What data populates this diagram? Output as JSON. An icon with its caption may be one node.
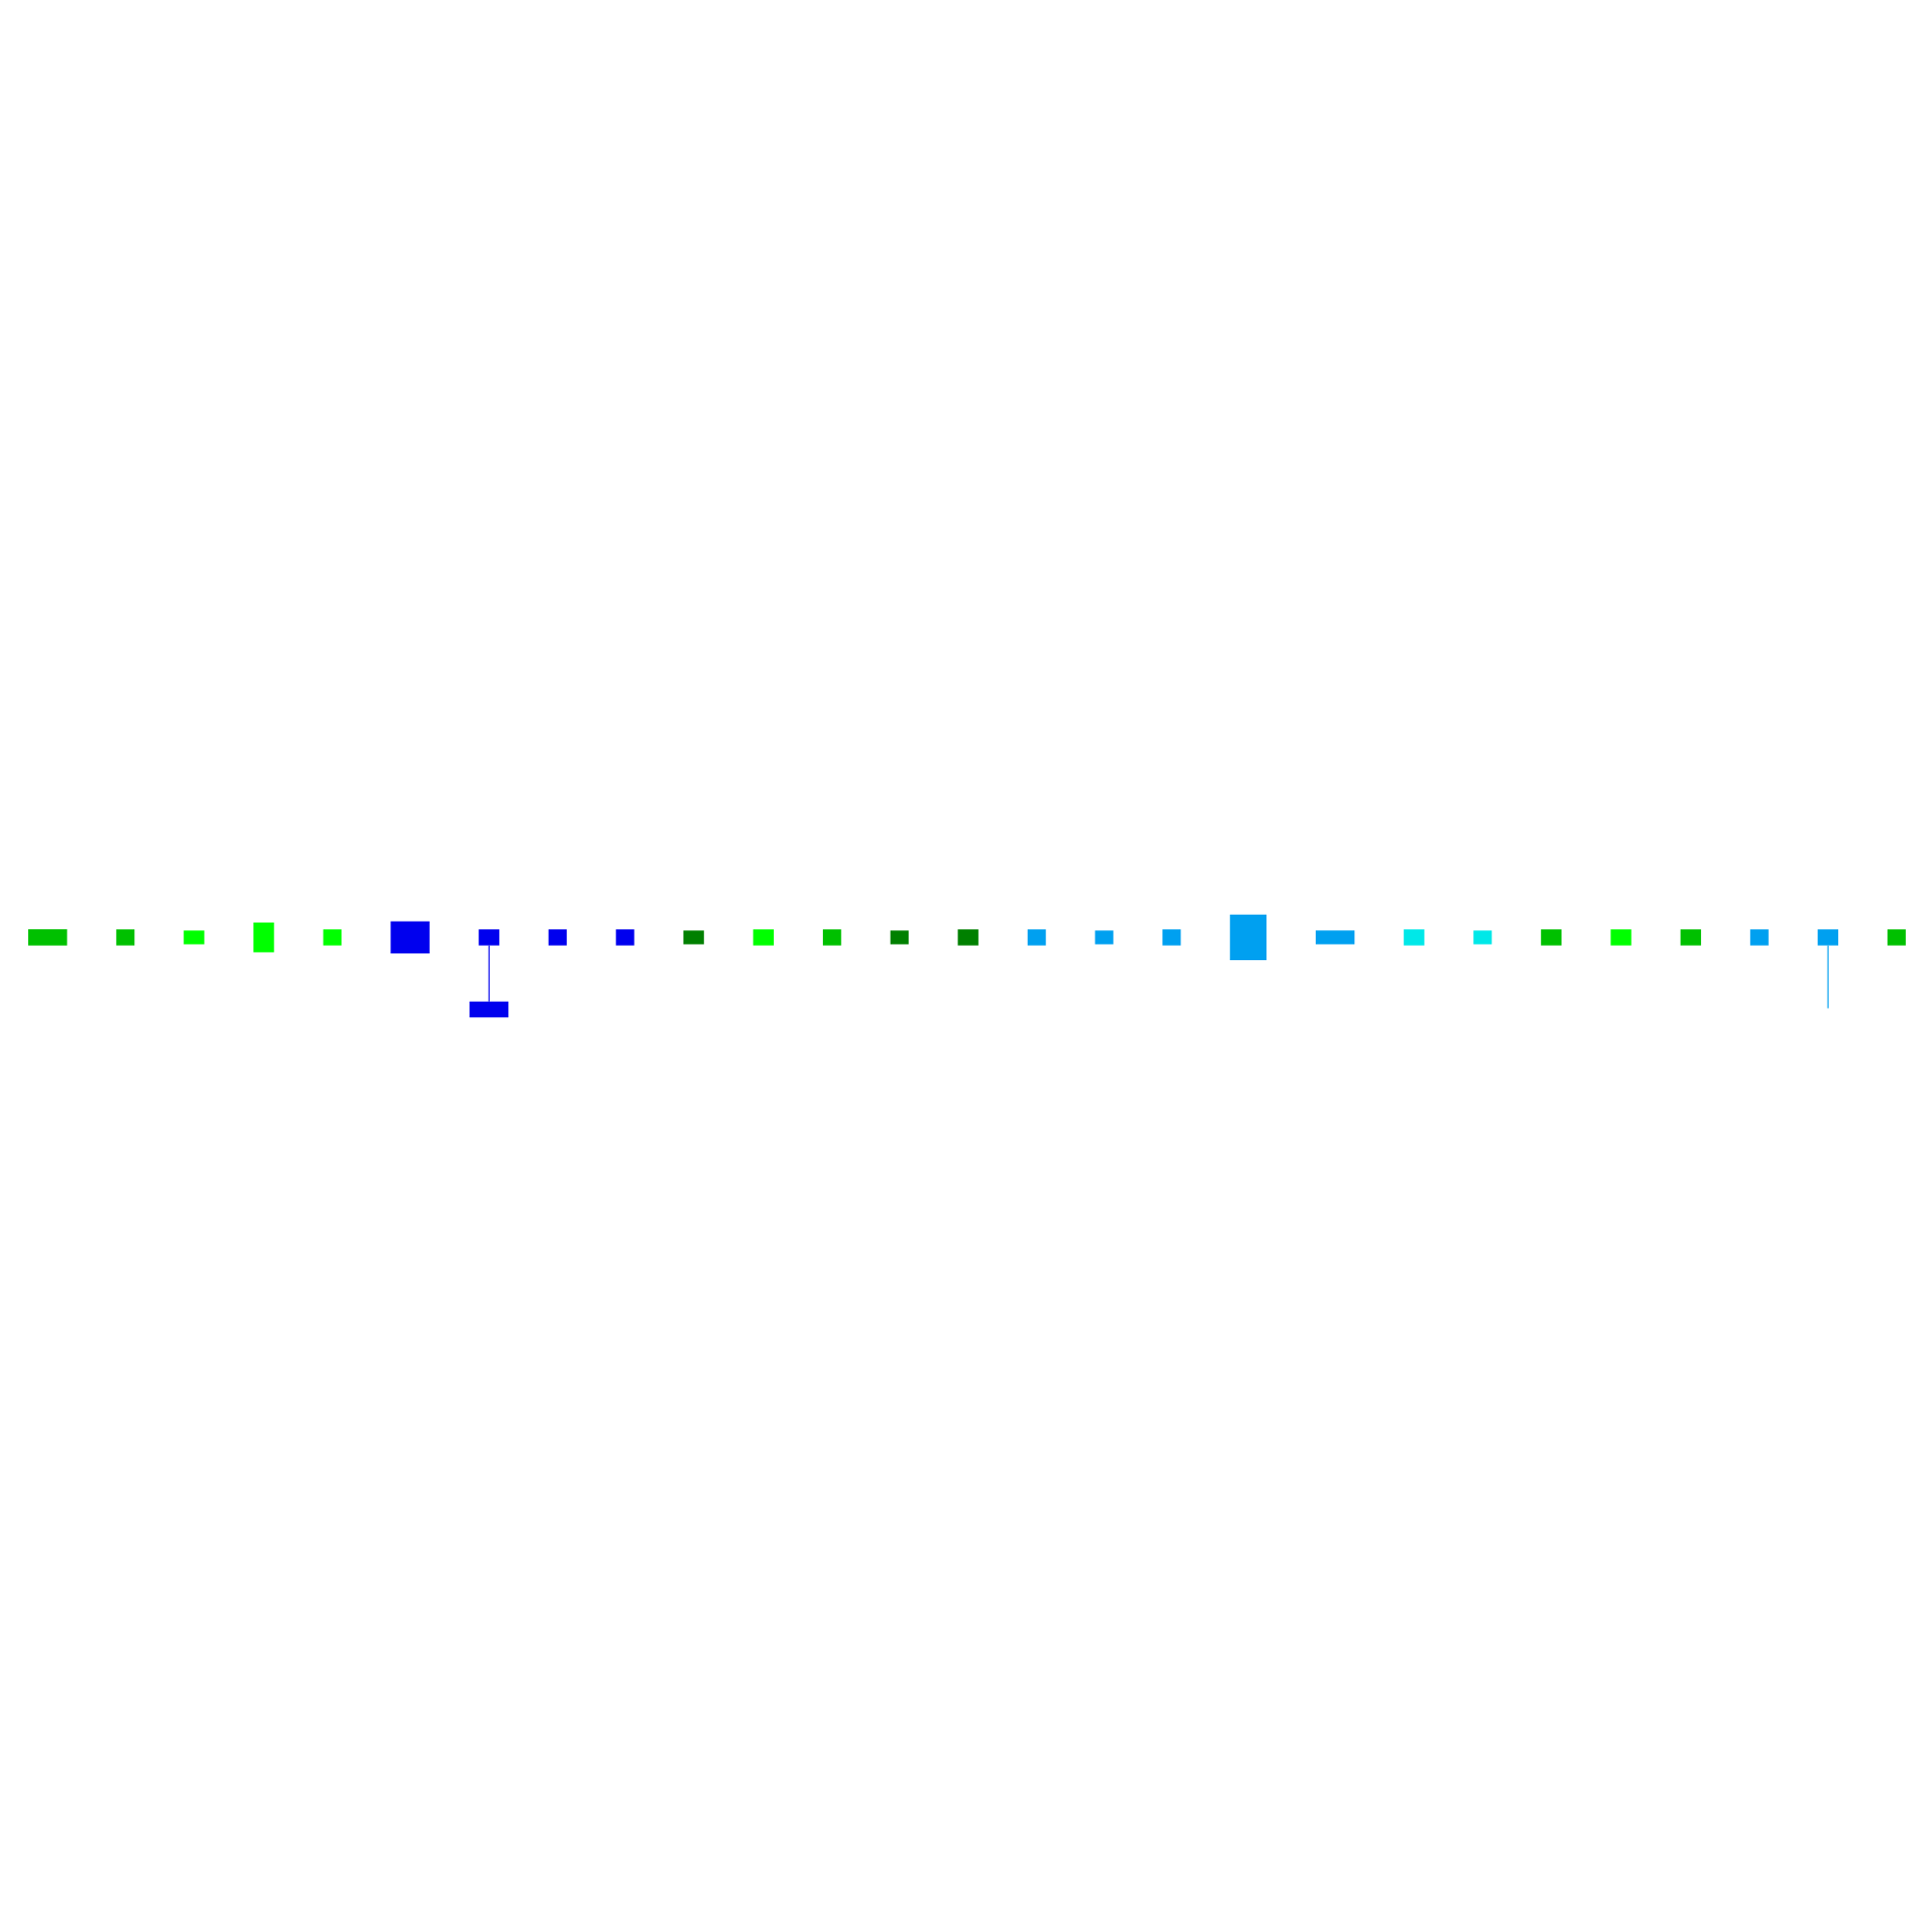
{
  "diagram": {
    "nodes": [
      {
        "text": [],
        "shape": "box"
      },
      {
        "text": [],
        "shape": "box"
      },
      {
        "text": [],
        "shape": "box"
      },
      {
        "text": [],
        "shape": "box"
      },
      {
        "text": [],
        "shape": "box"
      },
      {
        "text": [],
        "shape": "box"
      },
      {
        "text": [],
        "shape": "box"
      },
      {
        "text": [],
        "shape": "box"
      },
      {
        "text": [],
        "shape": "box"
      },
      {
        "text": [],
        "shape": "box"
      },
      {
        "text": [],
        "shape": "box"
      },
      {
        "text": [],
        "shape": "box"
      },
      {
        "text": [],
        "shape": "box"
      },
      {
        "text": [],
        "shape": "box"
      },
      {
        "text": [],
        "shape": "box"
      },
      {
        "text": [],
        "shape": "box"
      },
      {
        "text": [],
        "shape": "box"
      },
      {
        "text": [],
        "shape": "box"
      },
      {
        "text": [],
        "shape": "box"
      },
      {
        "text": [],
        "shape": "box"
      },
      {
        "text": [],
        "shape": "box"
      },
      {
        "text": [],
        "shape": "box"
      },
      {
        "text": [],
        "shape": "box"
      },
      {
        "text": [],
        "shape": "box"
      },
      {
        "text": [],
        "shape": "box"
      },
      {
        "text": [],
        "shape": "box"
      },
      {
        "text": [],
        "shape": "box"
      },
      {
        "text": [],
        "shape": "box"
      }
    ],
    "edges": [
      {
        "from": 6,
        "to": 8,
        "arrow": "none"
      },
      {
        "from": 26,
        "to": null,
        "arrow": "none",
        "color": "#00a0f0"
      }
    ]
  }
}
